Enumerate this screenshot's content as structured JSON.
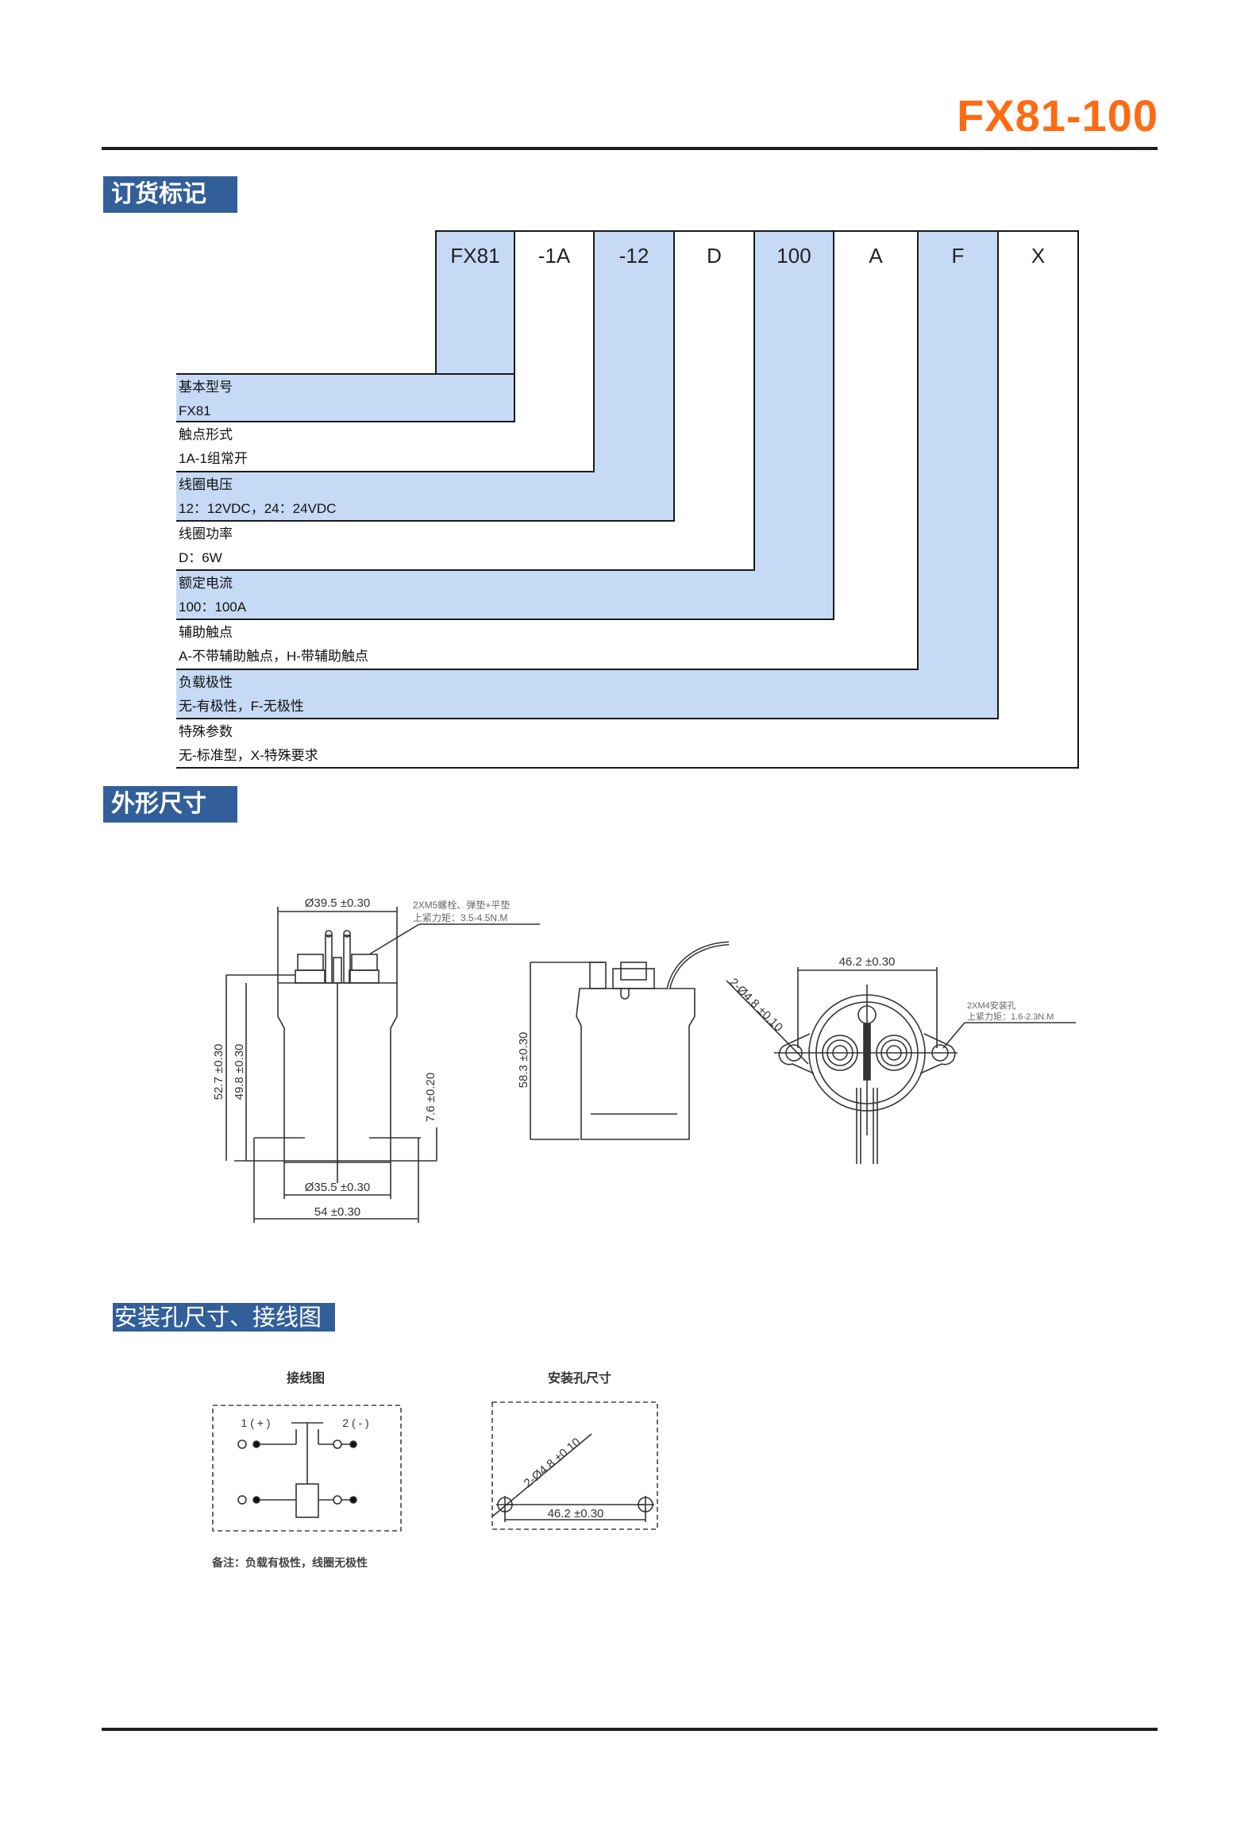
{
  "header": {
    "title": "FX81-100",
    "accent_color": "#ff6a13"
  },
  "sections": {
    "ordering": "订货标记",
    "dimensions": "外形尺寸",
    "mounting_wiring": "安装孔尺寸、接线图"
  },
  "order_code": {
    "segments": [
      "FX81",
      "-1A",
      "-12",
      "D",
      "100",
      "A",
      "F",
      "X"
    ],
    "fields": [
      {
        "name": "基本型号",
        "desc": "FX81",
        "shaded": true
      },
      {
        "name": "触点形式",
        "desc": "1A-1组常开",
        "shaded": false
      },
      {
        "name": "线圈电压",
        "desc": "12：12VDC，24：24VDC",
        "shaded": true
      },
      {
        "name": "线圈功率",
        "desc": "D：6W",
        "shaded": false
      },
      {
        "name": "额定电流",
        "desc": "100：100A",
        "shaded": true
      },
      {
        "name": "辅助触点",
        "desc": "A-不带辅助触点，H-带辅助触点",
        "shaded": false
      },
      {
        "name": "负载极性",
        "desc": "无-有极性，F-无极性",
        "shaded": true
      },
      {
        "name": "特殊参数",
        "desc": "无-标准型，X-特殊要求",
        "shaded": false
      }
    ],
    "shade_color": "#c6daf5"
  },
  "dimensions": {
    "front": {
      "top_diameter": "Ø39.5 ±0.30",
      "bolt_note_line1": "2XM5螺栓、弹垫+平垫",
      "bolt_note_line2": "上紧力矩：3.5-4.5N.M",
      "total_height": "52.7 ±0.30",
      "body_height": "49.8 ±0.30",
      "flange_height": "7.6 ±0.20",
      "body_diameter": "Ø35.5 ±0.30",
      "flange_width": "54 ±0.30"
    },
    "side": {
      "height": "58.3 ±0.30"
    },
    "bottom": {
      "hole_spacing": "46.2 ±0.30",
      "hole_diameter": "2-Ø4.8 ±0.10",
      "mount_note_line1": "2XM4安装孔",
      "mount_note_line2": "上紧力矩：1.6-2.3N.M"
    }
  },
  "wiring": {
    "title": "接线图",
    "terminal_1": "1 ( + )",
    "terminal_2": "2 ( - )",
    "note": "备注：负载有极性，线圈无极性"
  },
  "mounting": {
    "title": "安装孔尺寸",
    "hole_diameter": "2-Ø4.8 ±0.10",
    "hole_spacing": "46.2 ±0.30"
  }
}
